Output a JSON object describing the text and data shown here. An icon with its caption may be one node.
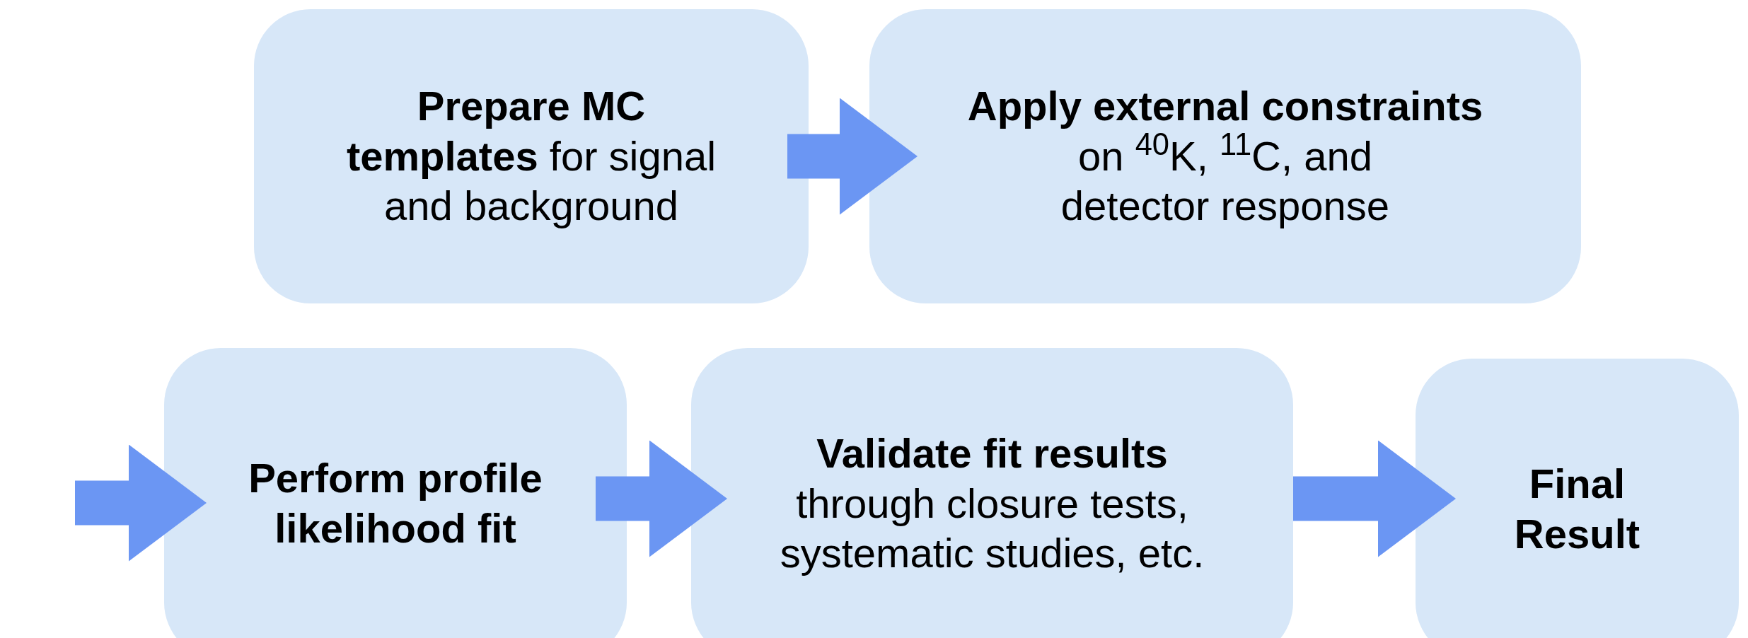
{
  "diagram": {
    "nodes": [
      {
        "text": [
          "**Prepare MC templates** for signal and background"
        ]
      },
      {
        "text": [
          "Apply external constraints",
          "on $^{40}$K, $^{11}$C, and detector response"
        ]
      },
      {
        "text": [
          "Perform profile likelihood fit"
        ]
      },
      {
        "text": [
          "Validate fit results",
          "through closure tests, systematic studies, etc."
        ]
      },
      {
        "text": [
          "Final Result"
        ]
      }
    ],
    "edges": [
      {
        "from": 0,
        "to": 1,
        "arrow": "to"
      },
      {
        "from": null,
        "to": 2,
        "arrow": "to"
      },
      {
        "from": 2,
        "to": 3,
        "arrow": "to"
      },
      {
        "from": 3,
        "to": 4,
        "arrow": "to"
      }
    ]
  }
}
